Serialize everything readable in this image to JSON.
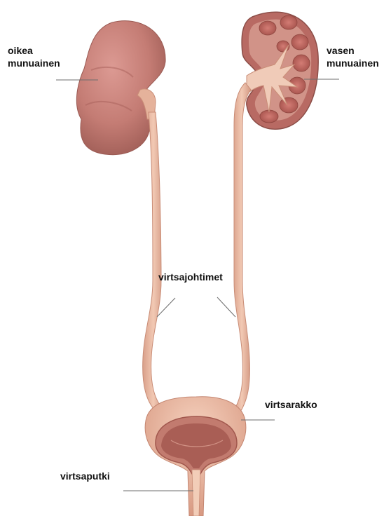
{
  "labels": {
    "right_kidney": {
      "line1": "oikea",
      "line2": "munuainen"
    },
    "left_kidney": {
      "line1": "vasen",
      "line2": "munuainen"
    },
    "ureters": "virtsajohtimet",
    "bladder": "virtsarakko",
    "urethra": "virtsaputki"
  },
  "colors": {
    "kidney_fill": "#c9807a",
    "kidney_shade": "#a8605a",
    "ureter_fill": "#e6b49d",
    "ureter_stroke": "#c98d77",
    "bladder_fill": "#eab9a2",
    "bladder_inner": "#b26a60",
    "leader_line": "#6d6d6d",
    "text": "#111111"
  }
}
